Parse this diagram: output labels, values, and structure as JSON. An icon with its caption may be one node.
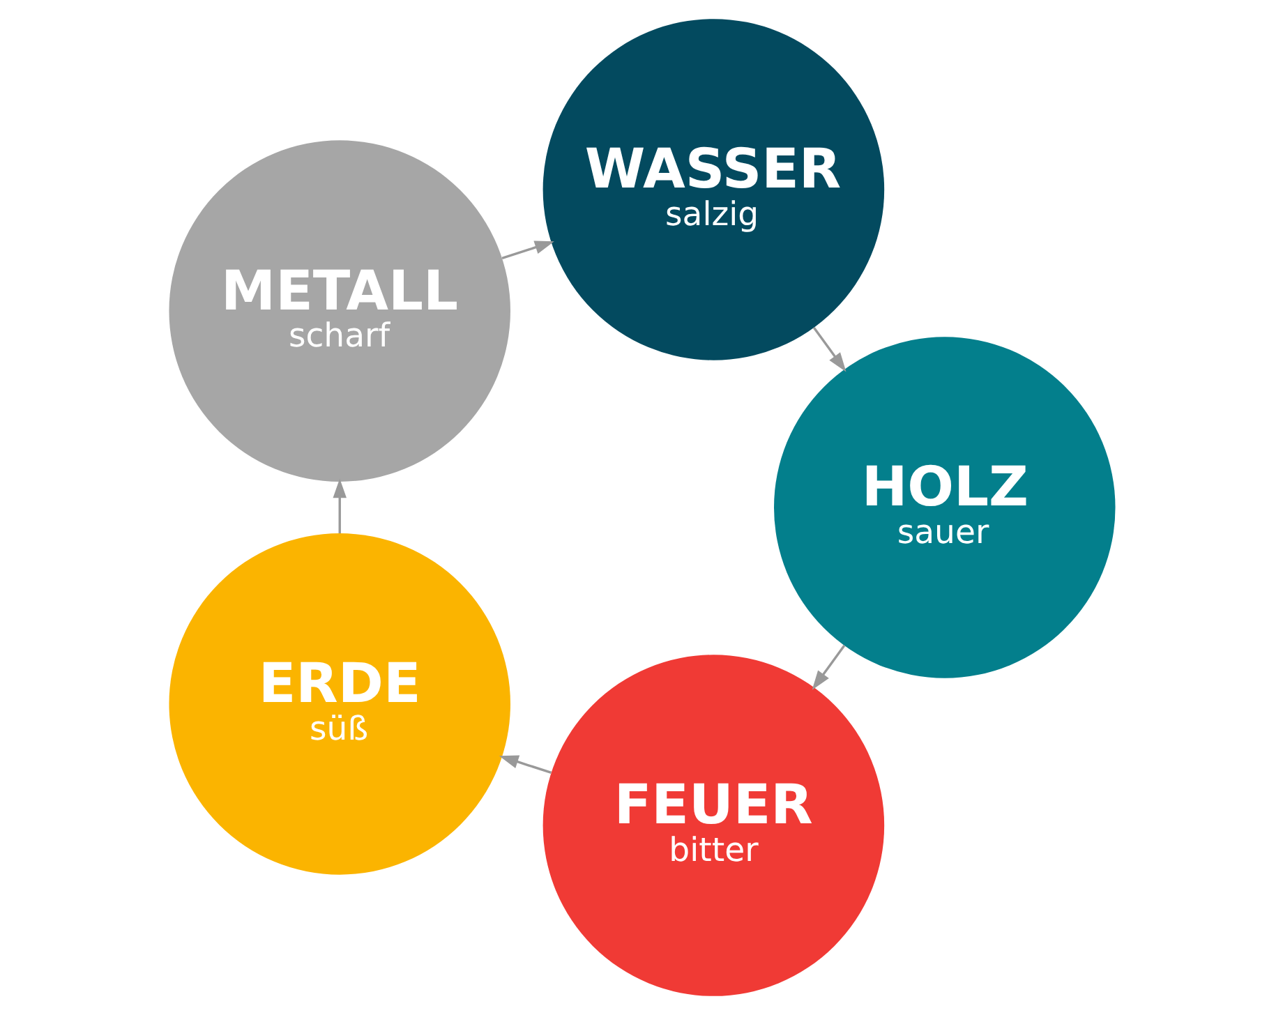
{
  "diagram": {
    "nodes": [
      {
        "text": [
          "FEUER",
          "bitter"
        ]
      },
      {
        "text": [
          "HOLZ",
          "sauer"
        ]
      },
      {
        "text": [
          "ERDE",
          "süß"
        ]
      },
      {
        "text": [
          "WASSER",
          "salzig"
        ]
      },
      {
        "text": [
          "METALL",
          "scharf"
        ]
      }
    ],
    "edges": [
      {
        "from": 0,
        "to": 2,
        "arrow": "to"
      },
      {
        "from": 2,
        "to": 4,
        "arrow": "to"
      },
      {
        "from": 4,
        "to": 3,
        "arrow": "to"
      },
      {
        "from": 3,
        "to": 1,
        "arrow": "to"
      },
      {
        "from": 1,
        "to": 0,
        "arrow": "to"
      }
    ]
  }
}
